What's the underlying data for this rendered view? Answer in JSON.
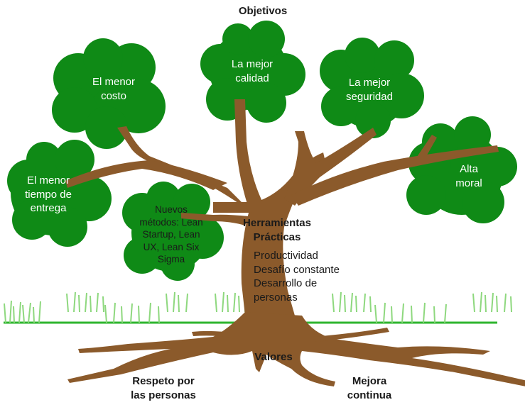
{
  "top_label": "Objetivos",
  "goals": {
    "lowest_cost": "El menor\ncosto",
    "best_quality": "La mejor\ncalidad",
    "best_safety": "La mejor\nseguridad",
    "shortest_delivery": "El menor\ntiempo de\nentrega",
    "high_morale": "Alta\nmoral"
  },
  "new_methods": "Nuevos\nmétodos: Lean\nStartup, Lean\nUX, Lean Six\nSigma",
  "tools": {
    "title": "Herramientas\nPrácticas",
    "items": [
      "Productividad",
      "Desafío constante",
      "Desarrollo de\npersonas"
    ]
  },
  "values": {
    "title": "Valores",
    "left": "Respeto por\nlas personas",
    "right": "Mejora\ncontinua"
  },
  "colors": {
    "foliage": "#0f8a16",
    "trunk": "#8b5a2b",
    "ground": "#2fb52f",
    "grass": "#8ed87e"
  }
}
